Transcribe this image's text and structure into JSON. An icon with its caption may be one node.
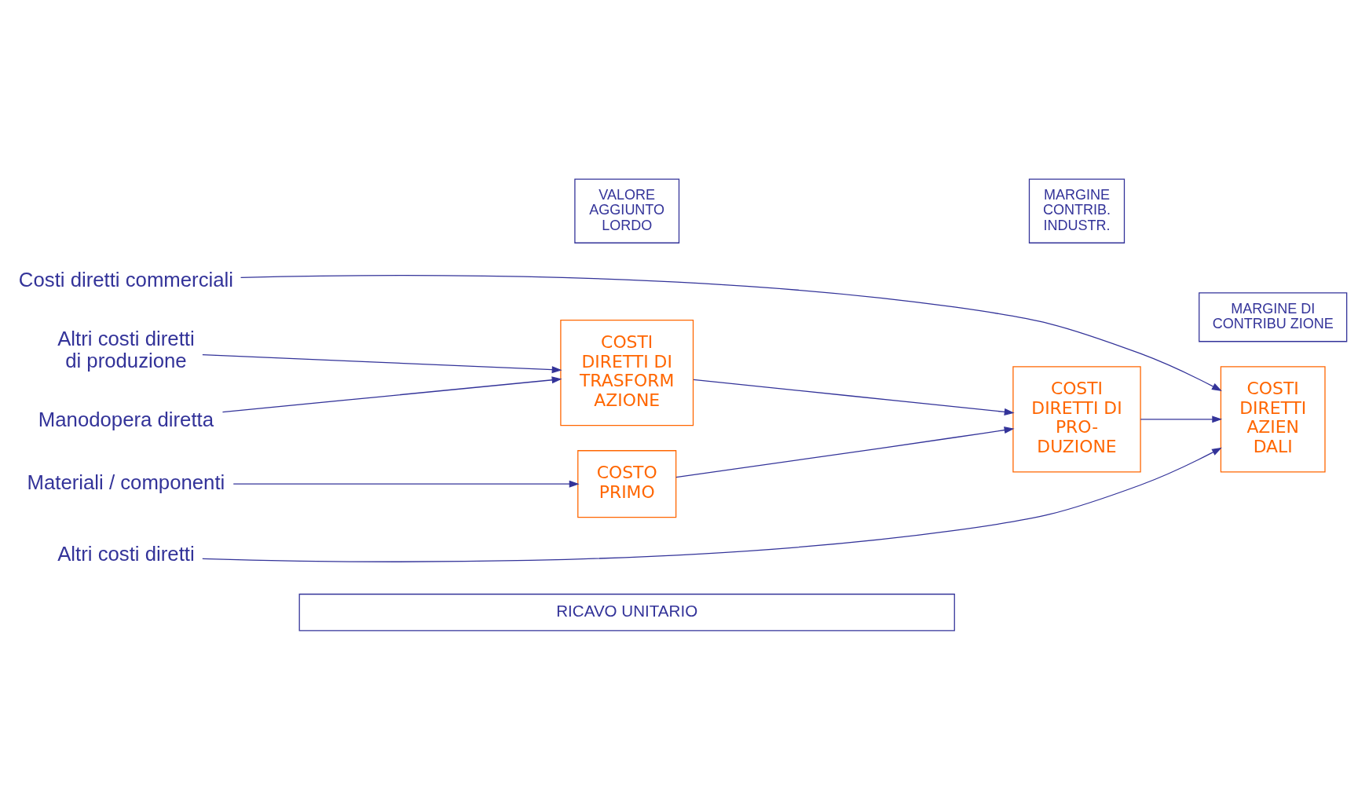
{
  "diagram": {
    "nodes": [
      {
        "text": [
          "RICAVO UNITARIO"
        ]
      },
      {
        "text": [
          "Materiali / componenti"
        ]
      },
      {
        "text": [
          "COSTO PRIMO"
        ]
      },
      {
        "text": [
          "Manodopera diretta"
        ]
      },
      {
        "text": [
          "Altri costi diretti di produzione"
        ]
      },
      {
        "text": [
          "COSTI DIRETTI DI TRASFORM AZIONE"
        ]
      },
      {
        "text": [
          "COSTI DIRETTI DI PRO- DUZIONE"
        ]
      },
      {
        "text": [
          "Costi diretti commerciali"
        ]
      },
      {
        "text": [
          "Altri costi diretti"
        ]
      },
      {
        "text": [
          "COSTI DIRETTI AZIEN DALI"
        ]
      },
      {
        "text": [
          "VALORE AGGIUNTO LORDO"
        ]
      },
      {
        "text": [
          "MARGINE CONTRIB. INDUSTR."
        ]
      },
      {
        "text": [
          "MARGINE DI CONTRIBU ZIONE"
        ]
      }
    ],
    "edges": [
      {
        "from": 1,
        "to": 2,
        "arrow": "to"
      },
      {
        "from": 2,
        "to": 6,
        "arrow": "to"
      },
      {
        "from": 3,
        "to": 5,
        "arrow": "to"
      },
      {
        "from": 4,
        "to": 5,
        "arrow": "to"
      },
      {
        "from": 5,
        "to": 6,
        "arrow": "to"
      },
      {
        "from": 6,
        "to": 9,
        "arrow": "to"
      },
      {
        "from": 7,
        "to": 9,
        "arrow": "to"
      },
      {
        "from": 8,
        "to": 9,
        "arrow": "to"
      }
    ]
  }
}
